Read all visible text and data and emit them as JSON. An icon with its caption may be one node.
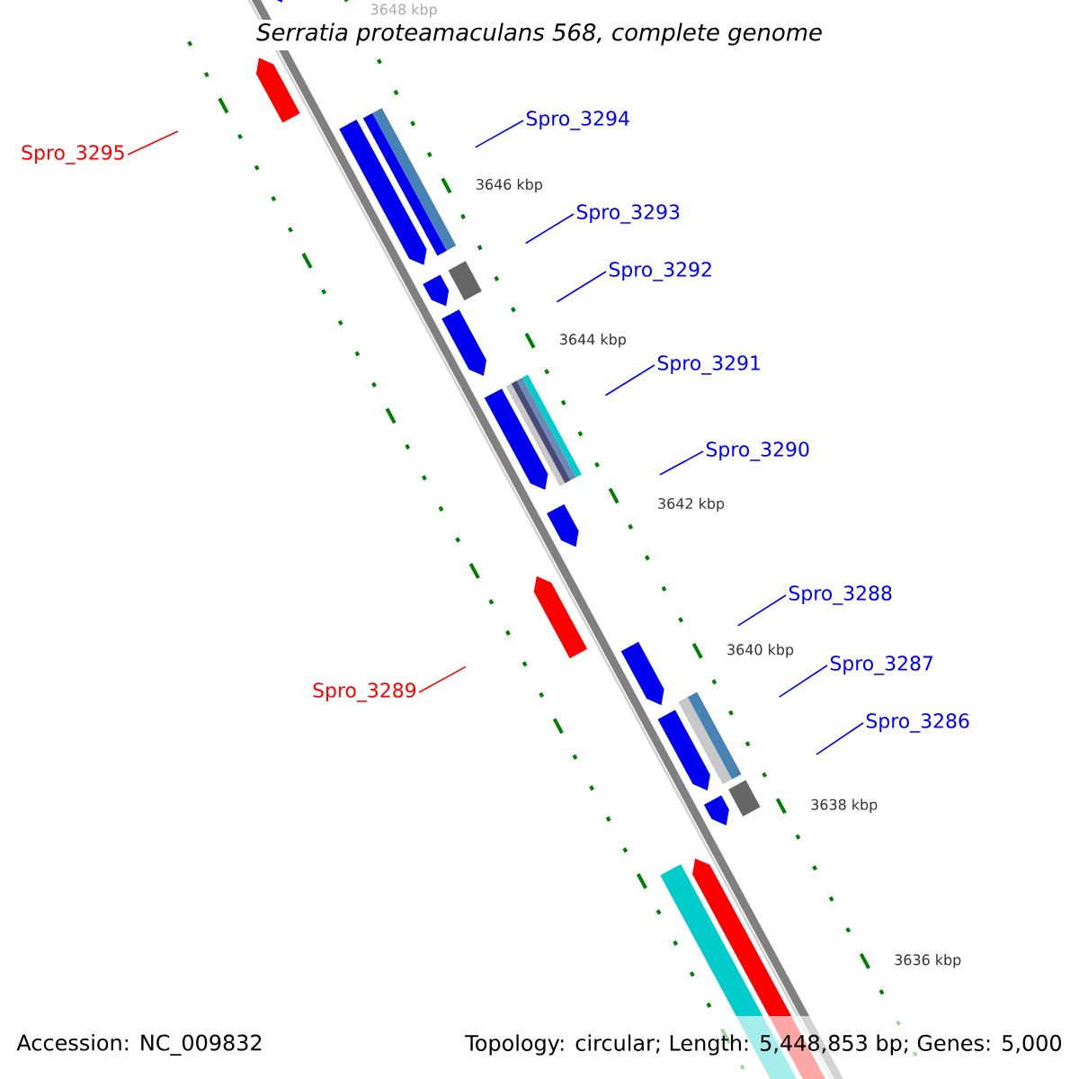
{
  "diagram": {
    "title": "Serratia proteamaculans 568, complete genome",
    "nodes": [
      {
        "text": [
          "Spro_3294"
        ]
      },
      {
        "text": [
          "Spro_3295"
        ]
      },
      {
        "text": [
          "Spro_3293"
        ]
      },
      {
        "text": [
          "Spro_3292"
        ]
      },
      {
        "text": [
          "Spro_3291"
        ]
      },
      {
        "text": [
          "Spro_3290"
        ]
      },
      {
        "text": [
          "Spro_3288"
        ]
      },
      {
        "text": [
          "Spro_3287"
        ]
      },
      {
        "text": [
          "Spro_3289"
        ]
      },
      {
        "text": [
          "Spro_3286"
        ]
      }
    ],
    "edges": [
      {
        "from": 0,
        "to": null,
        "arrow": "none"
      },
      {
        "from": 1,
        "to": null,
        "arrow": "none",
        "color": "#ff0000"
      },
      {
        "from": 2,
        "to": null,
        "arrow": "none"
      },
      {
        "from": 3,
        "to": null,
        "arrow": "none"
      },
      {
        "from": 4,
        "to": null,
        "arrow": "none"
      },
      {
        "from": 5,
        "to": null,
        "arrow": "none"
      },
      {
        "from": 6,
        "to": null,
        "arrow": "none"
      },
      {
        "from": 7,
        "to": null,
        "arrow": "none"
      },
      {
        "from": 8,
        "to": null,
        "arrow": "none",
        "color": "#ff0000"
      },
      {
        "from": 9,
        "to": null,
        "arrow": "none"
      }
    ],
    "labels": [
      "3648 kbp",
      "3646 kbp",
      "3644 kbp",
      "3642 kbp",
      "3640 kbp",
      "3638 kbp",
      "3636 kbp",
      "Accession: NC_009832",
      "Topology: circular; Length: 5,448,853 bp; Genes: 5,000"
    ]
  }
}
